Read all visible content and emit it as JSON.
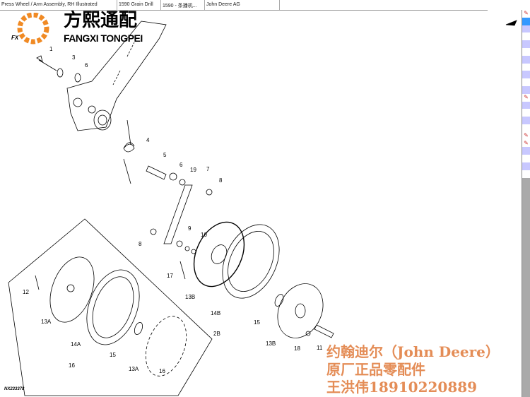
{
  "tabs": [
    "Press Wheel / Arm Assembly, RH Illustrated",
    "1590 Grain Drill",
    "1590 - 条播机...",
    "John Deere AG"
  ],
  "logo": {
    "mark": "FX",
    "cn": "方熙通配",
    "en": "FANGXI TONGPEI"
  },
  "watermark": [
    "约翰迪尔（John Deere）",
    "原厂正品零配件",
    "王洪伟18910220889"
  ],
  "figure_id": "NX233378",
  "callouts": [
    "1",
    "3",
    "6",
    "4",
    "5",
    "6",
    "19",
    "7",
    "8",
    "9",
    "10",
    "8",
    "17",
    "13B",
    "14B",
    "15",
    "2B",
    "13B",
    "18",
    "11",
    "12",
    "13A",
    "14A",
    "15",
    "16",
    "13A",
    "16"
  ],
  "sidebar": {
    "rows": [
      "flag",
      "sel",
      "s",
      "",
      "s",
      "",
      "s",
      "",
      "s",
      "",
      "s",
      "flag",
      "s",
      "",
      "s",
      "",
      "flag",
      "flag",
      "s",
      "",
      "s",
      ""
    ]
  },
  "colors": {
    "accent": "#3399ff",
    "stripe": "#c8c8ff",
    "watermark": "#e07a3a",
    "logo_orange": "#f08a24",
    "logo_blue": "#1b75bb"
  }
}
